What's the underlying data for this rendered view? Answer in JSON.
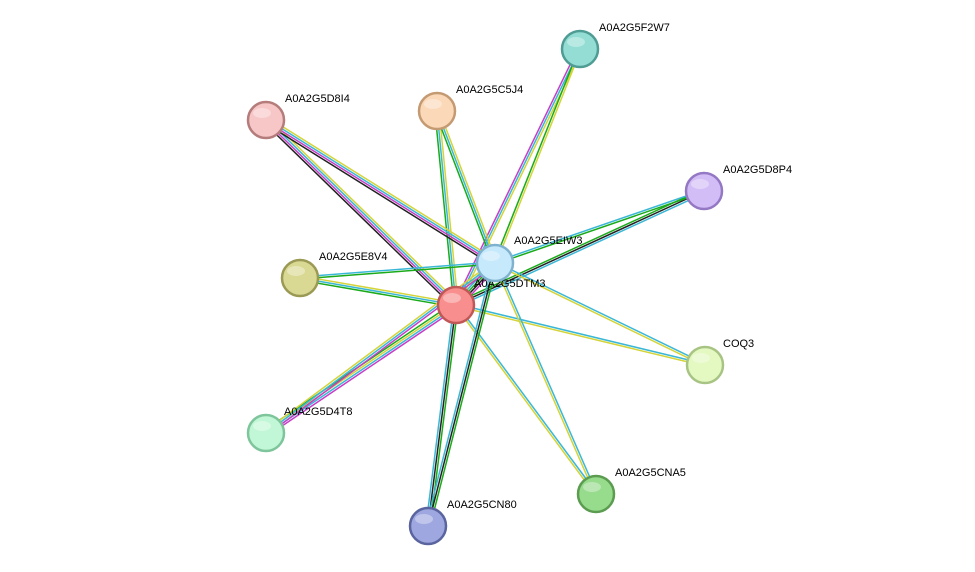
{
  "network": {
    "nodes": [
      {
        "id": "A0A2G5DTM3",
        "label": "A0A2G5DTM3",
        "fill": "#f88e8e",
        "stroke": "#c05858"
      },
      {
        "id": "A0A2G5EIW3",
        "label": "A0A2G5EIW3",
        "fill": "#c6e9fb",
        "stroke": "#7fb2cf"
      },
      {
        "id": "A0A2G5F2W7",
        "label": "A0A2G5F2W7",
        "fill": "#93ddd4",
        "stroke": "#4f9c95"
      },
      {
        "id": "A0A2G5C5J4",
        "label": "A0A2G5C5J4",
        "fill": "#fbd8b8",
        "stroke": "#c49a72"
      },
      {
        "id": "A0A2G5D8I4",
        "label": "A0A2G5D8I4",
        "fill": "#f7c7c7",
        "stroke": "#b57c7c"
      },
      {
        "id": "A0A2G5D8P4",
        "label": "A0A2G5D8P4",
        "fill": "#d3bdf6",
        "stroke": "#9478c4"
      },
      {
        "id": "A0A2G5E8V4",
        "label": "A0A2G5E8V4",
        "fill": "#dad993",
        "stroke": "#9b9a55"
      },
      {
        "id": "COQ3",
        "label": "COQ3",
        "fill": "#e4f8c1",
        "stroke": "#a8c484"
      },
      {
        "id": "A0A2G5D4T8",
        "label": "A0A2G5D4T8",
        "fill": "#c1f7d6",
        "stroke": "#7ec59b"
      },
      {
        "id": "A0A2G5CNA5",
        "label": "A0A2G5CNA5",
        "fill": "#97db8c",
        "stroke": "#5b9c50"
      },
      {
        "id": "A0A2G5CN80",
        "label": "A0A2G5CN80",
        "fill": "#9ea7e0",
        "stroke": "#5a649e"
      }
    ],
    "edges": [
      {
        "source": "A0A2G5DTM3",
        "target": "A0A2G5EIW3",
        "colors": [
          "#d4d43a",
          "#3bb7d6",
          "#1aaa1a",
          "#222222",
          "#c63ec6"
        ]
      },
      {
        "source": "A0A2G5DTM3",
        "target": "A0A2G5F2W7",
        "colors": [
          "#c63ec6",
          "#3bb7d6",
          "#d4d43a"
        ]
      },
      {
        "source": "A0A2G5DTM3",
        "target": "A0A2G5C5J4",
        "colors": [
          "#1aaa1a",
          "#3bb7d6",
          "#d4d43a"
        ]
      },
      {
        "source": "A0A2G5DTM3",
        "target": "A0A2G5D8I4",
        "colors": [
          "#222222",
          "#c63ec6",
          "#3bb7d6",
          "#d4d43a"
        ]
      },
      {
        "source": "A0A2G5DTM3",
        "target": "A0A2G5D8P4",
        "colors": [
          "#1aaa1a",
          "#222222",
          "#3bb7d6"
        ]
      },
      {
        "source": "A0A2G5DTM3",
        "target": "A0A2G5E8V4",
        "colors": [
          "#1aaa1a",
          "#3bb7d6",
          "#d4d43a"
        ]
      },
      {
        "source": "A0A2G5DTM3",
        "target": "COQ3",
        "colors": [
          "#3bb7d6",
          "#d4d43a"
        ]
      },
      {
        "source": "A0A2G5DTM3",
        "target": "A0A2G5D4T8",
        "colors": [
          "#c63ec6",
          "#3bb7d6",
          "#d4d43a",
          "#1aaa1a"
        ]
      },
      {
        "source": "A0A2G5DTM3",
        "target": "A0A2G5CNA5",
        "colors": [
          "#3bb7d6",
          "#d4d43a"
        ]
      },
      {
        "source": "A0A2G5DTM3",
        "target": "A0A2G5CN80",
        "colors": [
          "#1aaa1a",
          "#222222",
          "#3bb7d6"
        ]
      },
      {
        "source": "A0A2G5EIW3",
        "target": "A0A2G5F2W7",
        "colors": [
          "#1aaa1a",
          "#d4d43a"
        ]
      },
      {
        "source": "A0A2G5EIW3",
        "target": "A0A2G5C5J4",
        "colors": [
          "#1aaa1a",
          "#3bb7d6",
          "#d4d43a"
        ]
      },
      {
        "source": "A0A2G5EIW3",
        "target": "A0A2G5D8I4",
        "colors": [
          "#222222",
          "#c63ec6",
          "#3bb7d6",
          "#d4d43a"
        ]
      },
      {
        "source": "A0A2G5EIW3",
        "target": "A0A2G5D8P4",
        "colors": [
          "#3bb7d6",
          "#1aaa1a"
        ]
      },
      {
        "source": "A0A2G5EIW3",
        "target": "A0A2G5E8V4",
        "colors": [
          "#1aaa1a",
          "#3bb7d6"
        ]
      },
      {
        "source": "A0A2G5EIW3",
        "target": "COQ3",
        "colors": [
          "#3bb7d6",
          "#d4d43a"
        ]
      },
      {
        "source": "A0A2G5EIW3",
        "target": "A0A2G5D4T8",
        "colors": [
          "#c63ec6",
          "#3bb7d6",
          "#d4d43a"
        ]
      },
      {
        "source": "A0A2G5EIW3",
        "target": "A0A2G5CNA5",
        "colors": [
          "#3bb7d6",
          "#d4d43a"
        ]
      },
      {
        "source": "A0A2G5EIW3",
        "target": "A0A2G5CN80",
        "colors": [
          "#1aaa1a",
          "#222222",
          "#3bb7d6"
        ]
      }
    ]
  }
}
